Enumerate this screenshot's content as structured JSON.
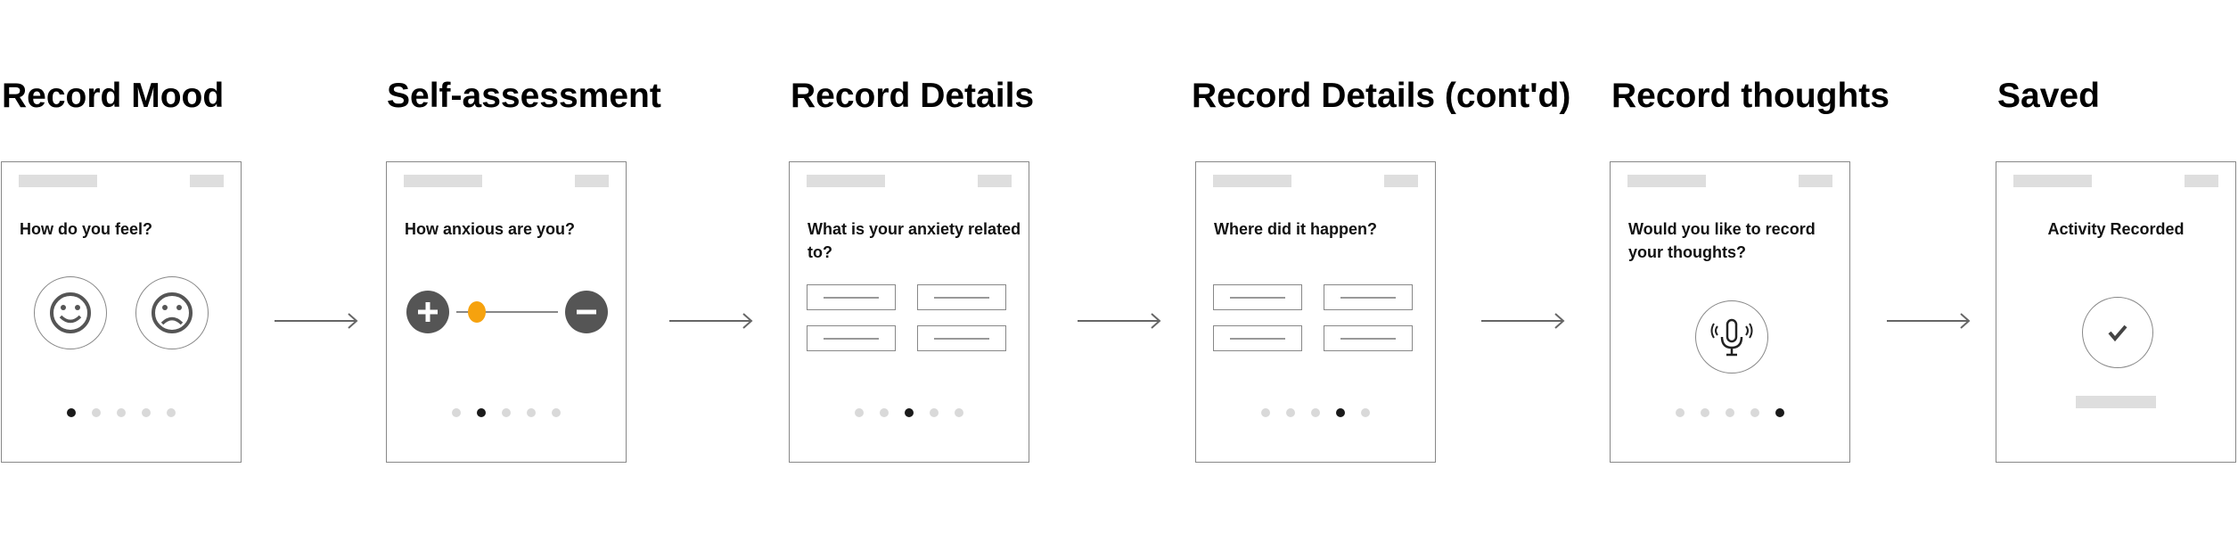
{
  "steps": [
    {
      "title": "Record Mood",
      "question": "How do you feel?",
      "icons": [
        "smiley-face-icon",
        "frown-face-icon"
      ],
      "active_dot": 1
    },
    {
      "title": "Self-assessment",
      "question": "How anxious are you?",
      "icons": [
        "plus-icon",
        "minus-icon"
      ],
      "slider_level": 0.2,
      "slider_color": "#f6a20e",
      "active_dot": 2
    },
    {
      "title": "Record Details",
      "question": "What is your anxiety related to?",
      "options_count": 4,
      "active_dot": 3
    },
    {
      "title": "Record Details (cont'd)",
      "question": "Where did it happen?",
      "options_count": 4,
      "active_dot": 4
    },
    {
      "title": "Record thoughts",
      "question": "Would you like to record your thoughts?",
      "icons": [
        "microphone-icon"
      ],
      "active_dot": 5
    },
    {
      "title": "Saved",
      "question": "Activity Recorded",
      "icons": [
        "checkmark-icon"
      ]
    }
  ],
  "pagination_total": 5,
  "colors": {
    "accent": "#f6a20e",
    "stroke": "#888888",
    "placeholder": "#dedede",
    "active_dot": "#1a1a1a"
  }
}
